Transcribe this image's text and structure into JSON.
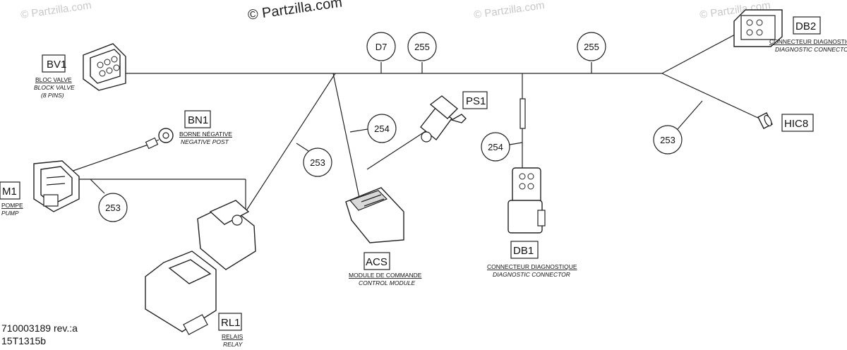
{
  "watermarks": {
    "main": "© Partzilla.com",
    "faded": "© Partzilla.com"
  },
  "components": {
    "bv1": {
      "code": "BV1",
      "fr": "BLOC VALVE",
      "en": "BLOCK VALVE",
      "extra": "(8 PINS)"
    },
    "bn1": {
      "code": "BN1",
      "fr": "BORNE NÉGATIVE",
      "en": "NEGATIVE POST"
    },
    "m1": {
      "code": "M1",
      "fr": "POMPE",
      "en": "PUMP"
    },
    "ps1": {
      "code": "PS1"
    },
    "acs": {
      "code": "ACS",
      "fr": "MODULE DE COMMANDE",
      "en": "CONTROL MODULE"
    },
    "db1": {
      "code": "DB1",
      "fr": "CONNECTEUR DIAGNOSTIQUE",
      "en": "DIAGNOSTIC CONNECTOR"
    },
    "db2": {
      "code": "DB2",
      "fr": "CONNECTEUR DIAGNOSTIQUE",
      "en": "DIAGNOSTIC CONNECTOR"
    },
    "hic8": {
      "code": "HIC8"
    },
    "rl1": {
      "code": "RL1",
      "fr": "RELAIS",
      "en": "RELAY"
    }
  },
  "callouts": {
    "d7": "D7",
    "c255a": "255",
    "c255b": "255",
    "c254a": "254",
    "c254b": "254",
    "c253a": "253",
    "c253b": "253",
    "c253c": "253"
  },
  "references": {
    "part_number": "710003189 rev.:a",
    "drawing_code": "15T1315b"
  }
}
